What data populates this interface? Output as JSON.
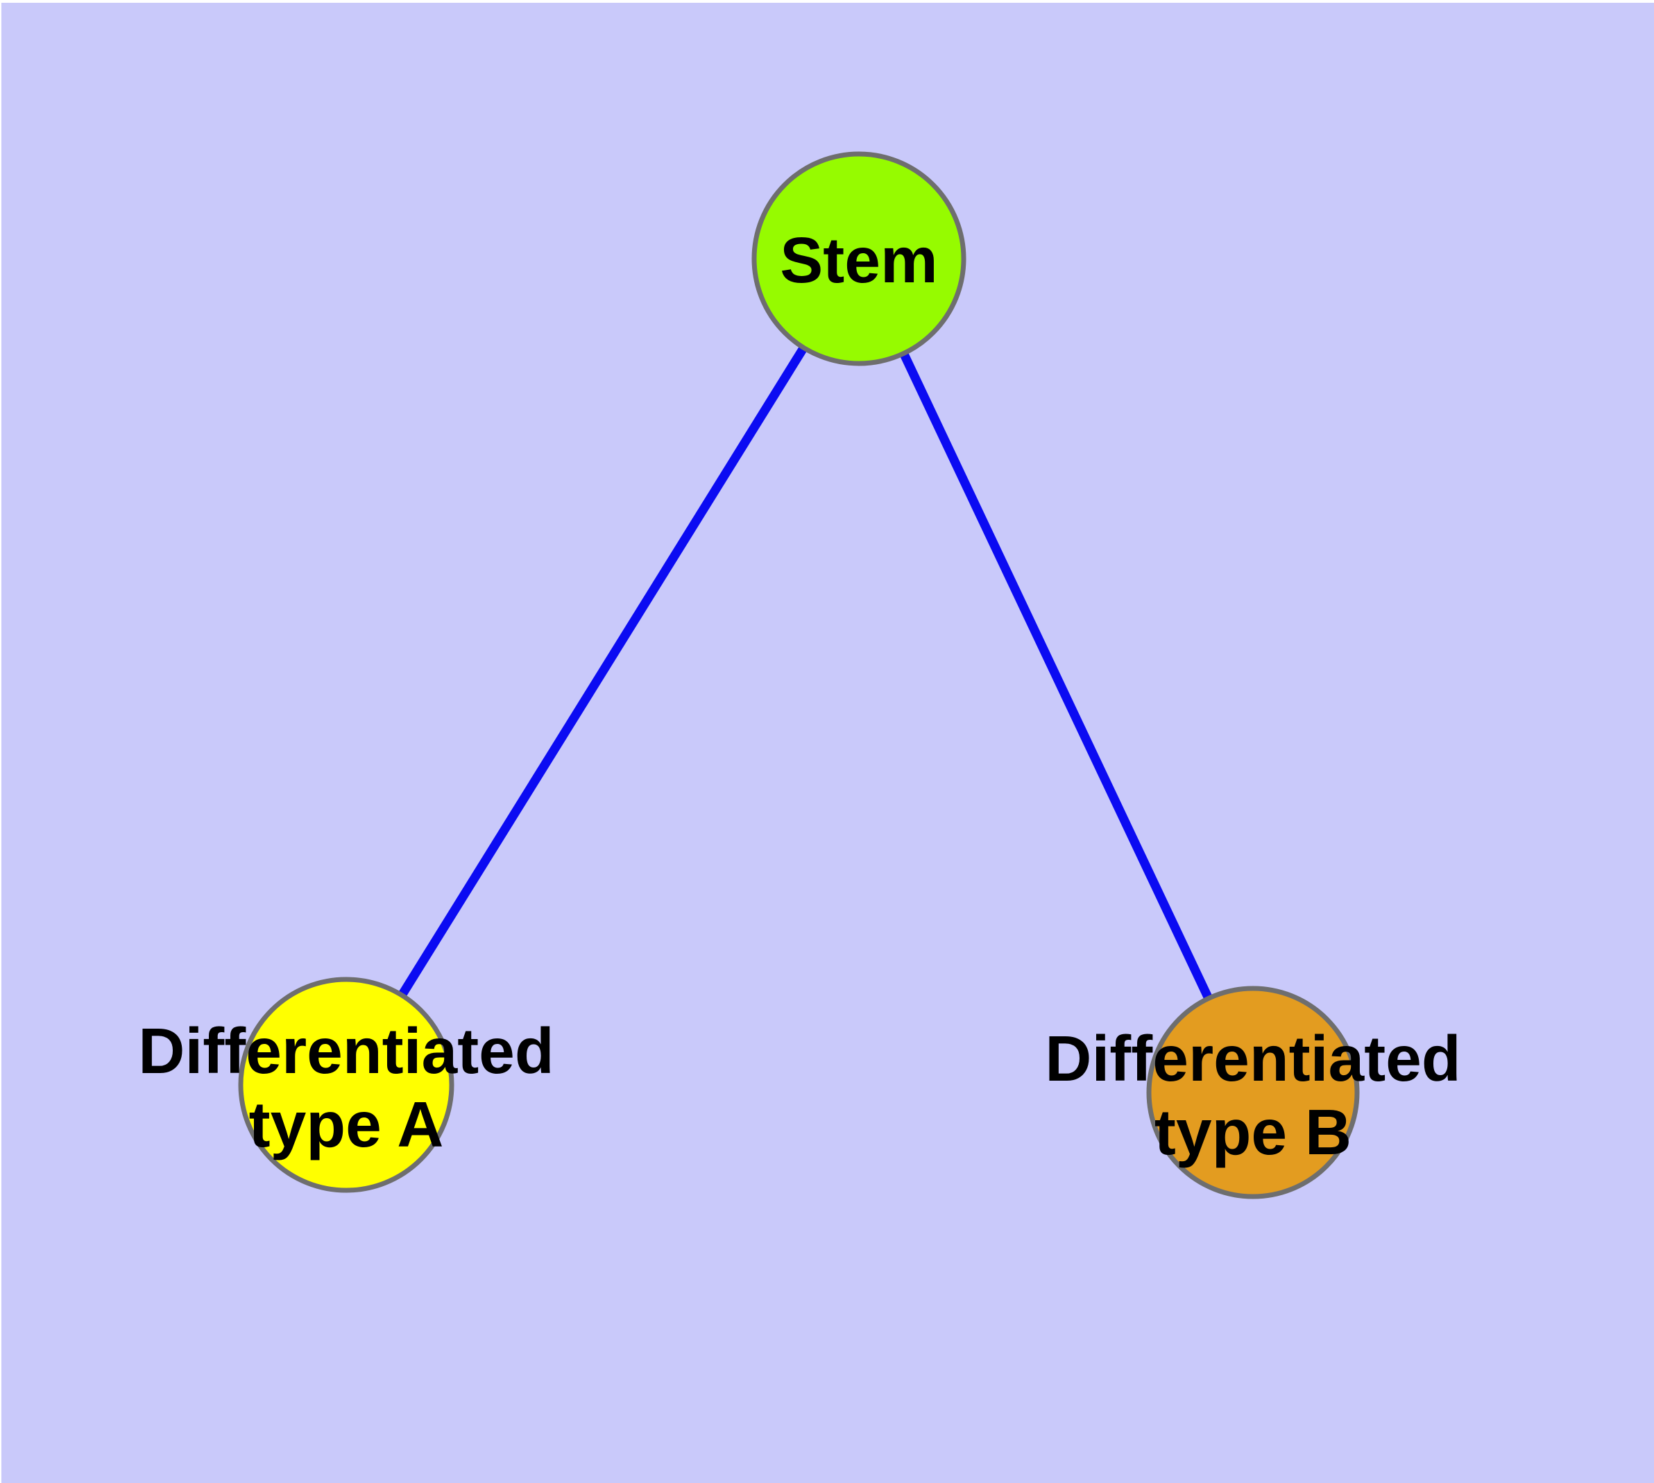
{
  "diagram": {
    "type": "graph",
    "background_color": "#c9c9fa",
    "frame_color": "#ffffff",
    "edge_color": "#0b0bf2",
    "node_border_color": "#6e6e6e",
    "label_color": "#000000",
    "nodes": [
      {
        "id": "stem",
        "label": "Stem",
        "lines": [
          "Stem"
        ],
        "fill": "#96fb00"
      },
      {
        "id": "differentiated-type-a",
        "label": "Differentiated type A",
        "lines": [
          "Differentiated",
          "type A"
        ],
        "fill": "#ffff00"
      },
      {
        "id": "differentiated-type-b",
        "label": "Differentiated type B",
        "lines": [
          "Differentiated",
          "type B"
        ],
        "fill": "#e39c20"
      }
    ],
    "edges": [
      {
        "from": "Stem",
        "to": "Differentiated type A"
      },
      {
        "from": "Stem",
        "to": "Differentiated type B"
      }
    ]
  }
}
